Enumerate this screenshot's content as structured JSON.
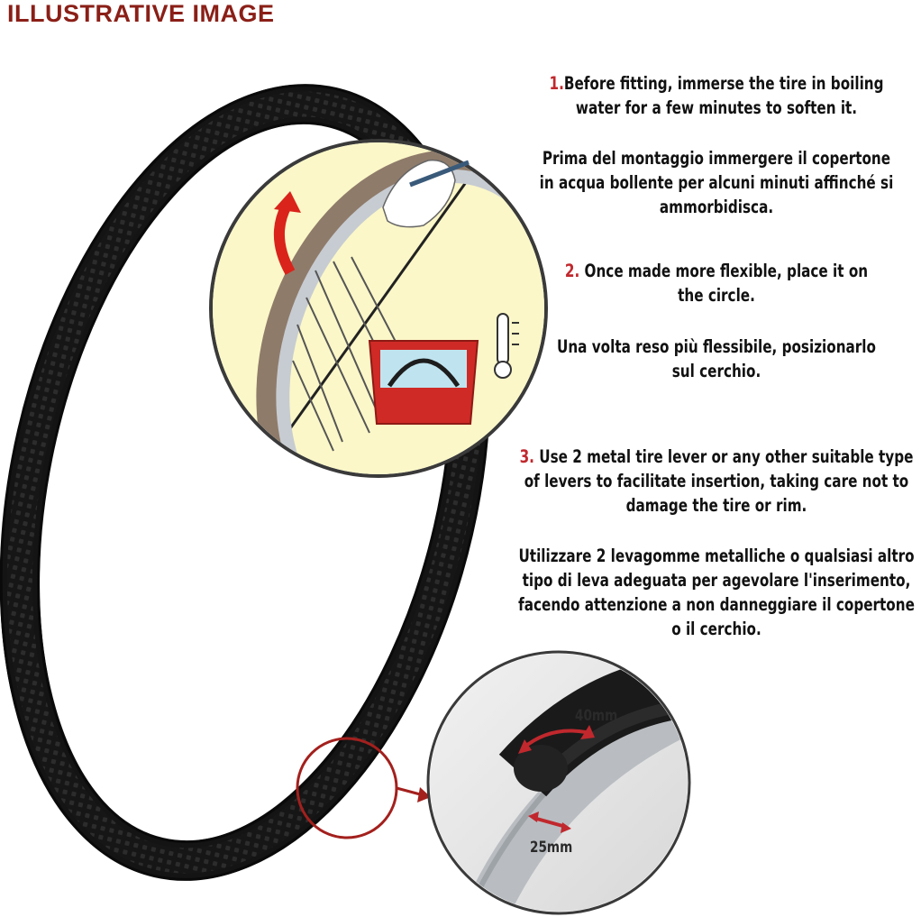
{
  "header": {
    "label": "ILLUSTRATIVE IMAGE"
  },
  "steps": [
    {
      "number": "1.",
      "en": "Before fitting, immerse the tire in boiling water for a few minutes to soften it.",
      "it": "Prima del montaggio immergere il copertone in acqua bollente per alcuni minuti affinché si ammorbidisca."
    },
    {
      "number": "2.",
      "en": "Once made more flexible, place it on the circle.",
      "it": "Una volta reso più flessibile, posizionarlo sul cerchio."
    },
    {
      "number": "3.",
      "en": "Use 2 metal tire lever or any other suitable type of levers to facilitate insertion, taking care not to damage the tire or rim.",
      "it": "Utilizzare 2 levagomme metalliche o qualsiasi altro tipo di leva adeguata per agevolare l'inserimento, facendo attenzione a non danneggiare il copertone o il cerchio."
    }
  ],
  "dimensions": {
    "width_label": "40mm",
    "rim_label": "25mm"
  },
  "colors": {
    "accent_red": "#c0282d",
    "header_red": "#8a1f17",
    "tire": "#141414",
    "inset_background": "#fbf7c8",
    "basin_red": "#cf2a26"
  },
  "icons": [
    "tire-image",
    "tire-fitting-illustration",
    "thermometer-icon",
    "water-basin-icon",
    "curved-arrow-icon",
    "zoom-circle",
    "tire-profile-closeup"
  ]
}
